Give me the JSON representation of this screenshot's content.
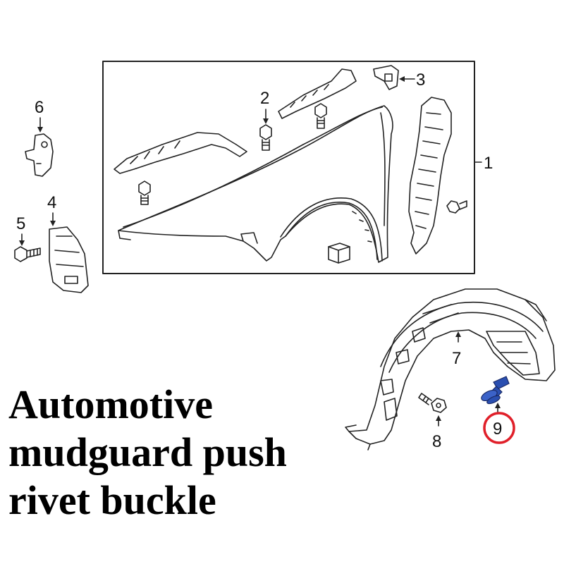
{
  "callouts": {
    "c1": "1",
    "c2": "2",
    "c3": "3",
    "c4": "4",
    "c5": "5",
    "c6": "6",
    "c7": "7",
    "c8": "8",
    "c9": "9"
  },
  "highlight_color": "#e0202a",
  "clip_color": "#2a4fb0",
  "caption": {
    "line1": "Automotive",
    "line2": "mudguard push",
    "line3": "rivet buckle"
  }
}
